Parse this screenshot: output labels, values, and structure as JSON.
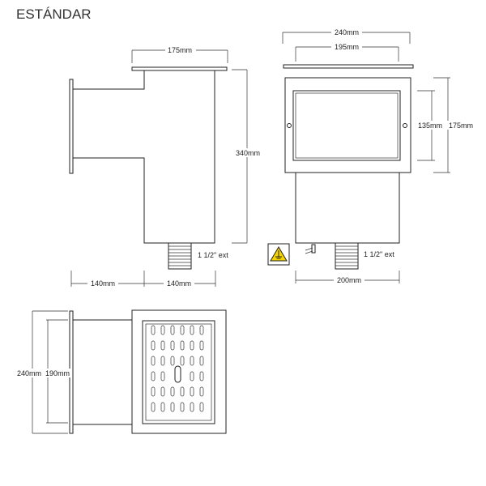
{
  "title": "ESTÁNDAR",
  "side_view": {
    "top_width": "175mm",
    "height": "340mm",
    "connection": "1 1/2\" ext",
    "bottom_left": "140mm",
    "bottom_right": "140mm"
  },
  "front_view": {
    "top_outer": "240mm",
    "top_inner": "195mm",
    "inner_height": "135mm",
    "outer_height": "175mm",
    "connection": "1 1/2\" ext",
    "bottom_width": "200mm",
    "warning_icon": "electrical-hazard-icon"
  },
  "top_view": {
    "outer_height": "240mm",
    "inner_height": "190mm"
  },
  "colors": {
    "line": "#222222",
    "warning_fill": "#f5d400"
  }
}
